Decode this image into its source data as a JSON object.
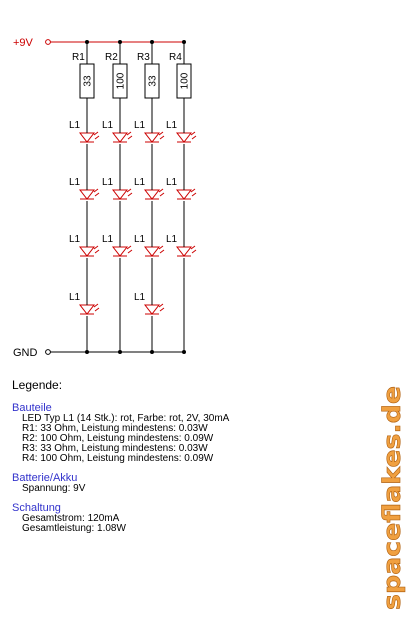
{
  "circuit": {
    "supply_label": "+9V",
    "ground_label": "GND",
    "resistors": [
      {
        "name": "R1",
        "value": "33"
      },
      {
        "name": "R2",
        "value": "100"
      },
      {
        "name": "R3",
        "value": "33"
      },
      {
        "name": "R4",
        "value": "100"
      }
    ],
    "branch_led_counts": [
      4,
      3,
      4,
      3
    ],
    "led_label": "L1",
    "colors": {
      "supply": "#cc0000",
      "wire": "#000000",
      "led": "#cc0000",
      "section": "#3333cc"
    }
  },
  "legend": {
    "title": "Legende:",
    "sections": [
      {
        "title": "Bauteile",
        "lines": [
          "LED Typ L1 (14 Stk.): rot, Farbe: rot, 2V, 30mA",
          "R1: 33 Ohm, Leistung mindestens: 0.03W",
          "R2: 100 Ohm, Leistung mindestens: 0.09W",
          "R3: 33 Ohm, Leistung mindestens: 0.03W",
          "R4: 100 Ohm, Leistung mindestens: 0.09W"
        ]
      },
      {
        "title": "Batterie/Akku",
        "lines": [
          "Spannung: 9V"
        ]
      },
      {
        "title": "Schaltung",
        "lines": [
          "Gesamtstrom: 120mA",
          "Gesamtleistung: 1.08W"
        ]
      }
    ]
  },
  "watermark": {
    "text": "spaceflakes.de",
    "color": "#f0a040"
  }
}
